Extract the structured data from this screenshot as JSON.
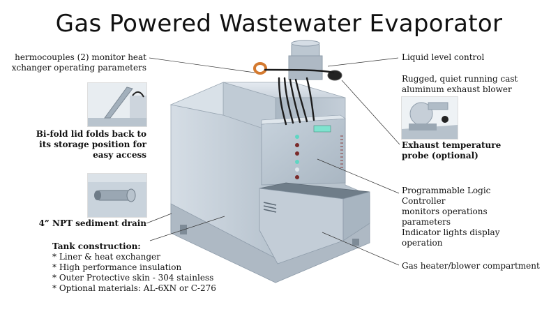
{
  "title": "Gas Powered Wastewater Evaporator",
  "labels": {
    "thermocouples_l1": "hermocouples (2) monitor heat",
    "thermocouples_l2": "xchanger operating parameters",
    "liquid_level": "Liquid level control",
    "blower_l1": "Rugged, quiet running cast",
    "blower_l2": "aluminum exhaust blower",
    "bifold_l1": "Bi-fold lid folds back to",
    "bifold_l2": "its storage position for",
    "bifold_l3": "easy access",
    "exhaust_l1": "Exhaust temperature",
    "exhaust_l2": "probe (optional)",
    "plc_l1": "Programmable Logic",
    "plc_l2": "Controller",
    "plc_l3": "monitors operations",
    "plc_l4": "parameters",
    "plc_l5": "Indicator lights display",
    "plc_l6": "operation",
    "drain": "4” NPT sediment drain",
    "heater": "Gas heater/blower compartment",
    "tank_heading": "Tank construction:",
    "tank_items": [
      "* Liner & heat exchanger",
      "* High performance insulation",
      "* Outer Protective skin - 304 stainless",
      "* Optional materials: AL-6XN or C-276"
    ]
  },
  "colors": {
    "steel_light": "#c9d3dc",
    "steel_mid": "#b3bfca",
    "steel_dark": "#8e9caa",
    "indicator_green": "#5fd6c3",
    "indicator_red": "#7a2b2b",
    "leader": "#333333"
  },
  "icons": [
    "thermocouple-ring-icon",
    "exhaust-blower-icon",
    "indicator-light-icon"
  ]
}
